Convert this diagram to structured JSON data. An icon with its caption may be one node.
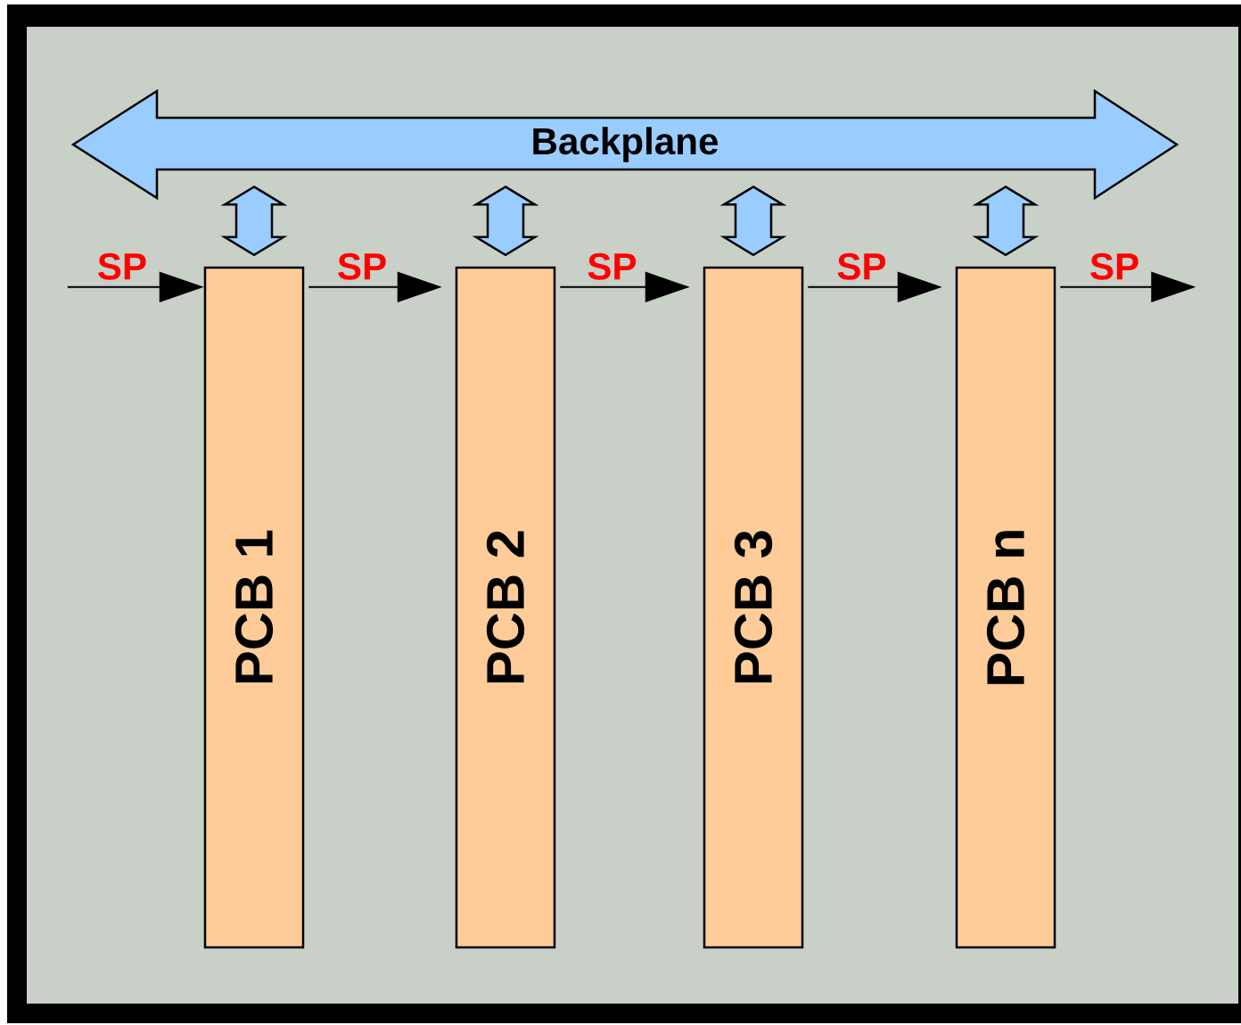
{
  "diagram": {
    "nodes": [
      {
        "text": [
          "Backplane"
        ]
      },
      {
        "text": [
          "PCB 1"
        ]
      },
      {
        "text": [
          "PCB 2"
        ]
      },
      {
        "text": [
          "PCB 3"
        ]
      },
      {
        "text": [
          "PCB n"
        ]
      }
    ],
    "edges": [
      {
        "from": 0,
        "to": 1,
        "arrow": "both"
      },
      {
        "from": 0,
        "to": 2,
        "arrow": "both"
      },
      {
        "from": 0,
        "to": 3,
        "arrow": "both"
      },
      {
        "from": 0,
        "to": 4,
        "arrow": "both"
      },
      {
        "from": null,
        "to": 1,
        "arrow": "to",
        "label": "SP"
      },
      {
        "from": 1,
        "to": 2,
        "arrow": "to",
        "label": "SP"
      },
      {
        "from": 2,
        "to": 3,
        "arrow": "to",
        "label": "SP"
      },
      {
        "from": 3,
        "to": 4,
        "arrow": "to",
        "label": "SP"
      },
      {
        "from": 4,
        "to": null,
        "arrow": "to",
        "label": "SP"
      }
    ]
  }
}
